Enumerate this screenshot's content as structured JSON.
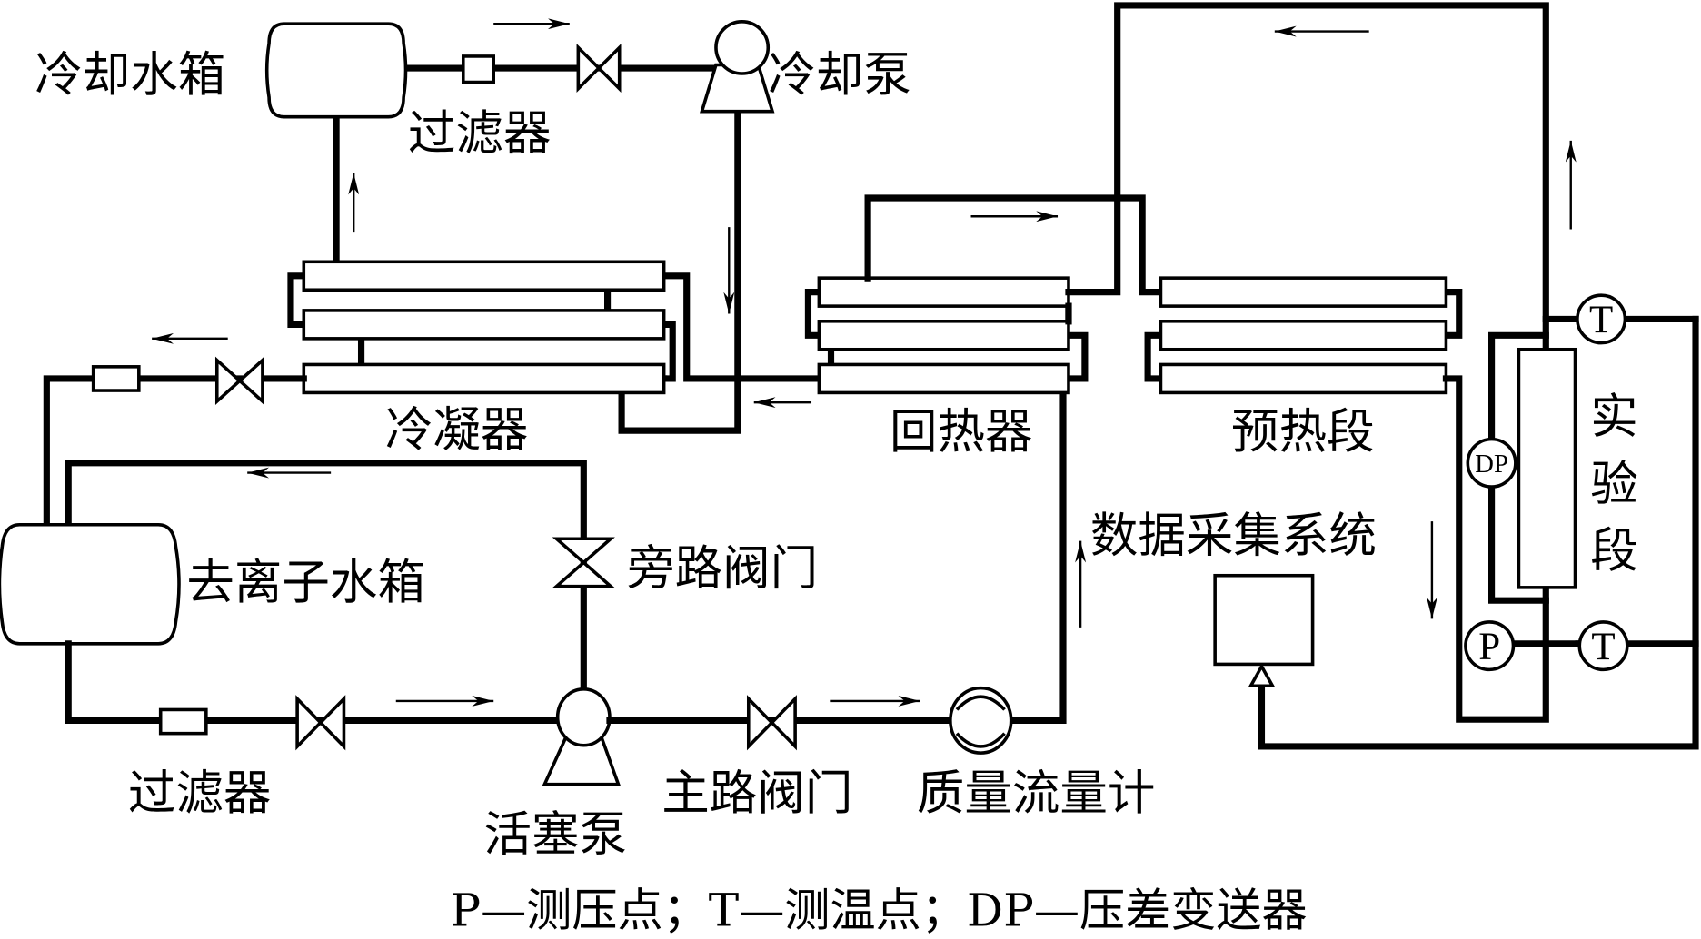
{
  "diagram": {
    "title": "Experimental loop schematic",
    "components": {
      "cooling_water_tank": "冷却水箱",
      "cooling_filter": "过滤器",
      "cooling_pump": "冷却泵",
      "condenser": "冷凝器",
      "regenerator": "回热器",
      "preheater": "预热段",
      "test_section": [
        "实",
        "验",
        "段"
      ],
      "deionized_water_tank": "去离子水箱",
      "bypass_valve": "旁路阀门",
      "main_filter": "过滤器",
      "piston_pump": "活塞泵",
      "main_valve": "主路阀门",
      "mass_flowmeter": "质量流量计",
      "daq_system": "数据采集系统"
    },
    "sensors": {
      "temperature": "T",
      "pressure": "P",
      "differential_pressure": "DP"
    },
    "caption": "P—测压点；T—测温点；DP—压差变送器"
  }
}
